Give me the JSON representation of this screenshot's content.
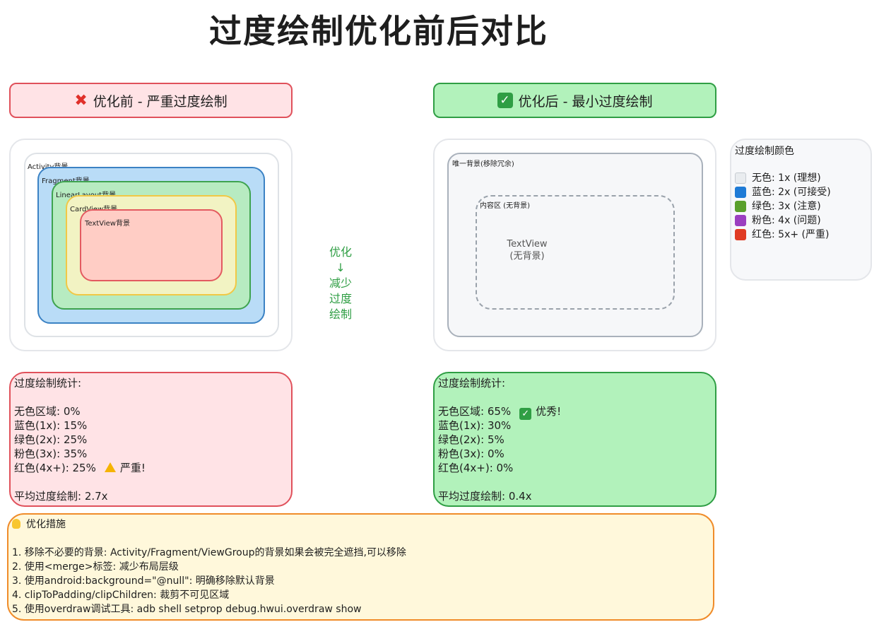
{
  "title": "过度绘制优化前后对比",
  "before": {
    "header": "优化前 - 严重过度绘制",
    "header_icon": "cross-mark-icon",
    "layers": {
      "activity": "Activity背景",
      "fragment": "Fragment背景",
      "linearlayout": "LinearLayout背景",
      "cardview": "CardView背景",
      "textview": "TextView背景"
    },
    "stats": {
      "title": "过度绘制统计:",
      "lines": [
        "无色区域: 0%",
        "蓝色(1x): 15%",
        "绿色(2x): 25%",
        "粉色(3x): 35%",
        "红色(4x+): 25%"
      ],
      "note": "严重!",
      "average": "平均过度绘制: 2.7x"
    }
  },
  "arrow": {
    "lines": [
      "优化",
      "↓",
      "减少",
      "过度",
      "绘制"
    ]
  },
  "after": {
    "header": "优化后 - 最小过度绘制",
    "header_icon": "check-mark-icon",
    "outer_label": "唯一背景(移除冗余)",
    "content_label": "内容区 (无背景)",
    "textview_lines": [
      "TextView",
      "(无背景)"
    ],
    "stats": {
      "title": "过度绘制统计:",
      "lines": [
        "无色区域: 65%",
        "蓝色(1x): 30%",
        "绿色(2x): 5%",
        "粉色(3x): 0%",
        "红色(4x+): 0%"
      ],
      "note": "优秀!",
      "average": "平均过度绘制: 0.4x"
    }
  },
  "legend": {
    "title": "过度绘制颜色",
    "items": [
      {
        "label": "无色: 1x (理想)",
        "color": "#e9ecef",
        "border": "#c6cbd1"
      },
      {
        "label": "蓝色: 2x (可接受)",
        "color": "#1f7bd6",
        "border": "#1f7bd6"
      },
      {
        "label": "绿色: 3x (注意)",
        "color": "#5aa02c",
        "border": "#5aa02c"
      },
      {
        "label": "粉色: 4x (问题)",
        "color": "#9b3fc0",
        "border": "#9b3fc0"
      },
      {
        "label": "红色: 5x+ (严重)",
        "color": "#e03b24",
        "border": "#e03b24"
      }
    ]
  },
  "measures": {
    "title": "优化措施",
    "items": [
      "1. 移除不必要的背景: Activity/Fragment/ViewGroup的背景如果会被完全遮挡,可以移除",
      "2. 使用<merge>标签: 减少布局层级",
      "3. 使用android:background=\"@null\": 明确移除默认背景",
      "4. clipToPadding/clipChildren: 裁剪不可见区域",
      "5. 使用overdraw调试工具: adb shell setprop debug.hwui.overdraw show"
    ]
  }
}
